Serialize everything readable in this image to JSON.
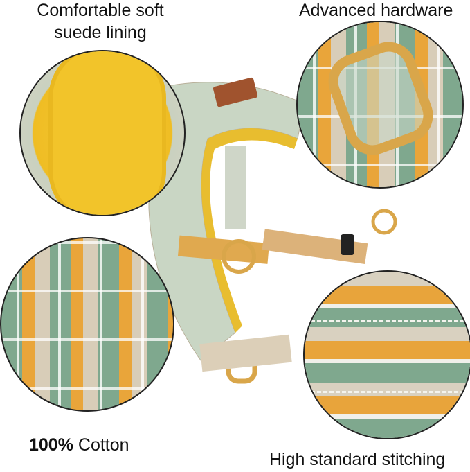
{
  "captions": {
    "top_left_line1": "Comfortable soft",
    "top_left_line2": "suede lining",
    "top_right": "Advanced hardware",
    "bottom_left_bold": "100%",
    "bottom_left_rest": " Cotton",
    "bottom_right": "High standard stitching"
  },
  "colors": {
    "suede": "#f2c42a",
    "plaid_green": "#7fa88e",
    "plaid_orange": "#e9a53a",
    "hardware_gold": "#d9a64a",
    "tag_brown": "#a0532e"
  }
}
